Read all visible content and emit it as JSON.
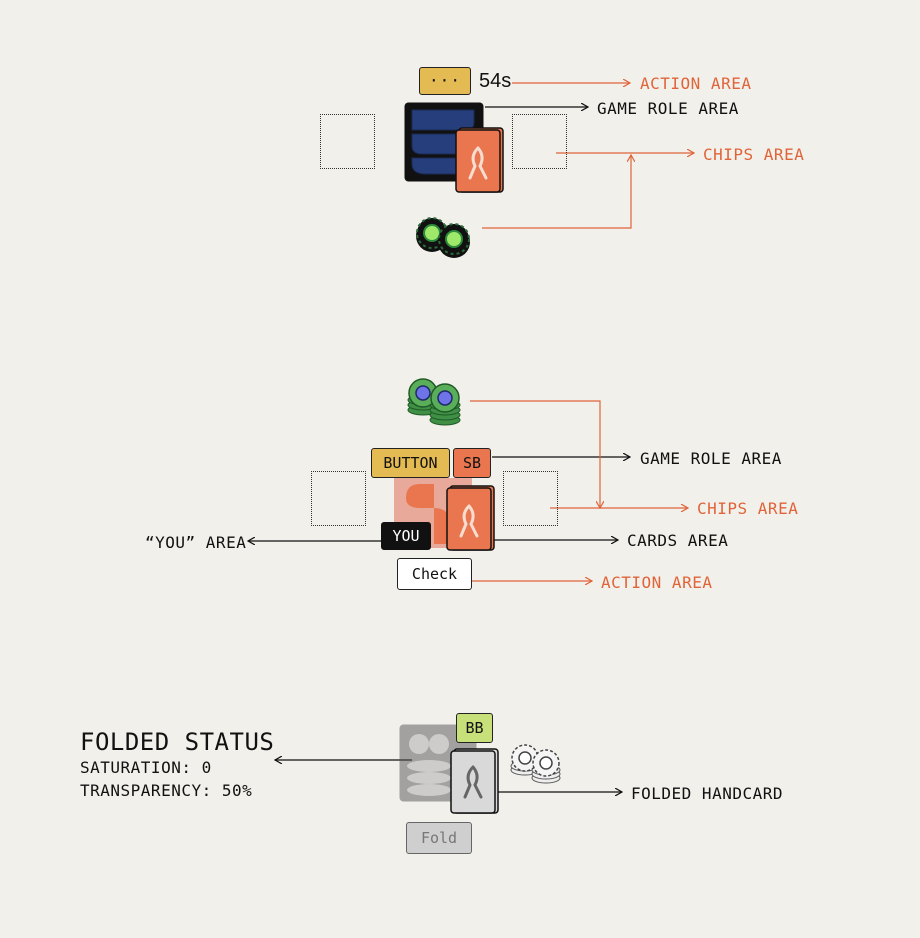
{
  "section1": {
    "timer_dots": "···",
    "timer_value": "54s",
    "labels": {
      "action": "ACTION AREA",
      "role": "GAME ROLE AREA",
      "chips": "CHIPS AREA"
    }
  },
  "section2": {
    "role_button": "BUTTON",
    "role_sb": "SB",
    "you_badge": "YOU",
    "action_button": "Check",
    "labels": {
      "role": "GAME ROLE AREA",
      "chips": "CHIPS AREA",
      "cards": "CARDS AREA",
      "action": "ACTION AREA",
      "you": "“YOU” AREA"
    }
  },
  "section3": {
    "role_bb": "BB",
    "action_button": "Fold",
    "status_title": "FOLDED STATUS",
    "saturation": "SATURATION: 0",
    "transparency": "TRANSPARENCY: 50%",
    "labels": {
      "folded": "FOLDED HANDCARD"
    }
  },
  "colors": {
    "accent": "#e0643a",
    "gold": "#e3bb52",
    "sb": "#e9764f",
    "bb": "#c8e07a",
    "navy": "#263e7c"
  }
}
